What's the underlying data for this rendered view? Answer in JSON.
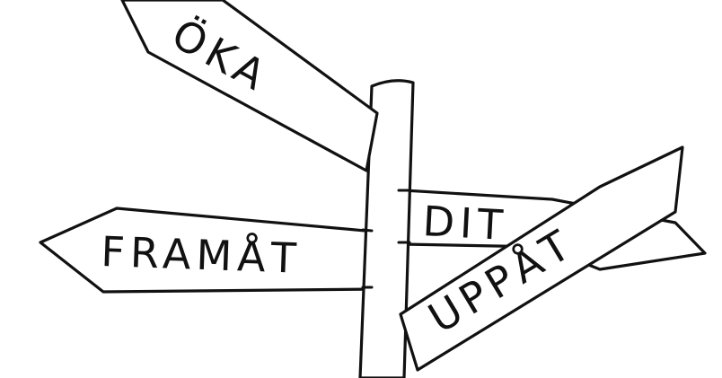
{
  "signs": {
    "top_left": "ÖKA",
    "left": "FRAMÅT",
    "right_back": "DIT",
    "right_front": "UPPÅT"
  },
  "colors": {
    "ink": "#111111",
    "paper": "#ffffff"
  }
}
